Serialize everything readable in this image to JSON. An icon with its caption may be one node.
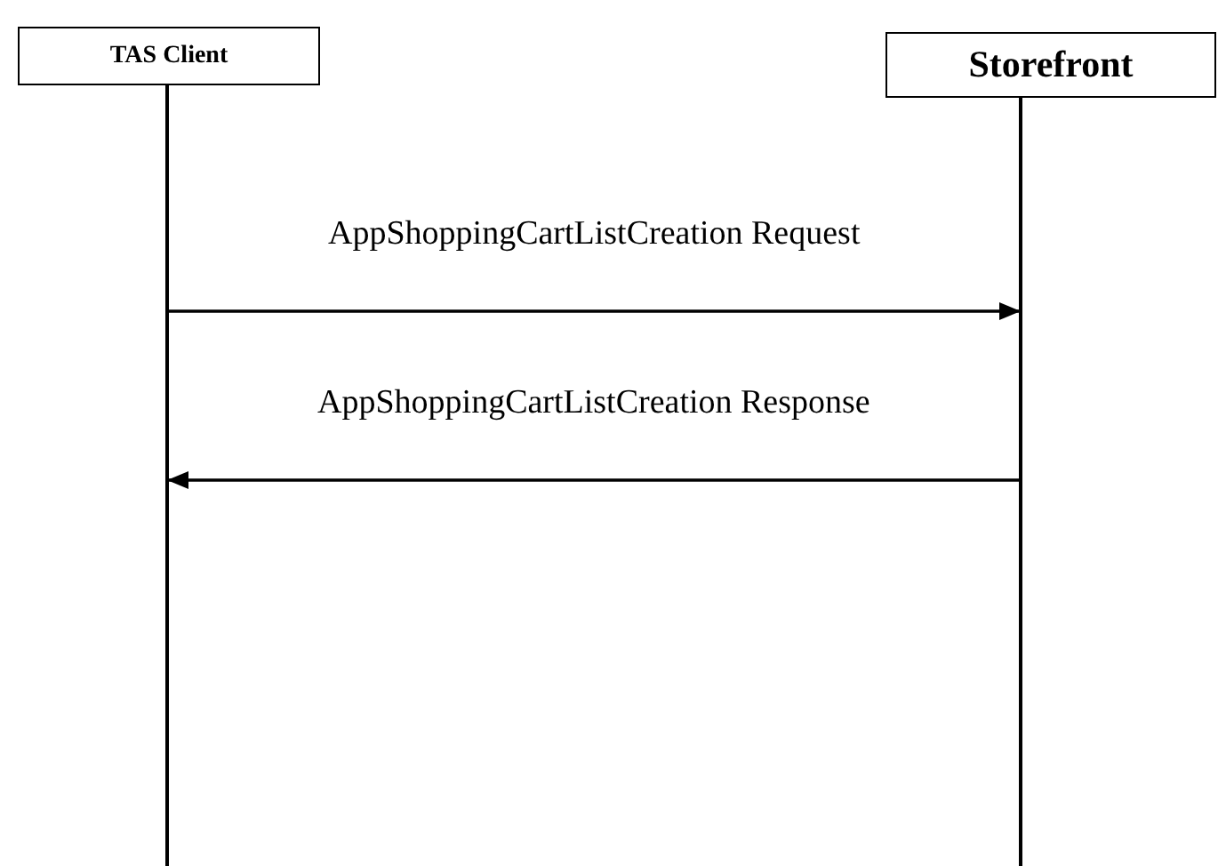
{
  "diagram": {
    "nodes": [
      {
        "text": [
          "TAS Client"
        ]
      },
      {
        "text": [
          "Storefront"
        ]
      }
    ],
    "edges": [
      {
        "from": 0,
        "to": 1,
        "arrow": "to",
        "label": "AppShoppingCartListCreation Request"
      },
      {
        "from": 1,
        "to": 0,
        "arrow": "to",
        "label": "AppShoppingCartListCreation Response"
      }
    ]
  }
}
